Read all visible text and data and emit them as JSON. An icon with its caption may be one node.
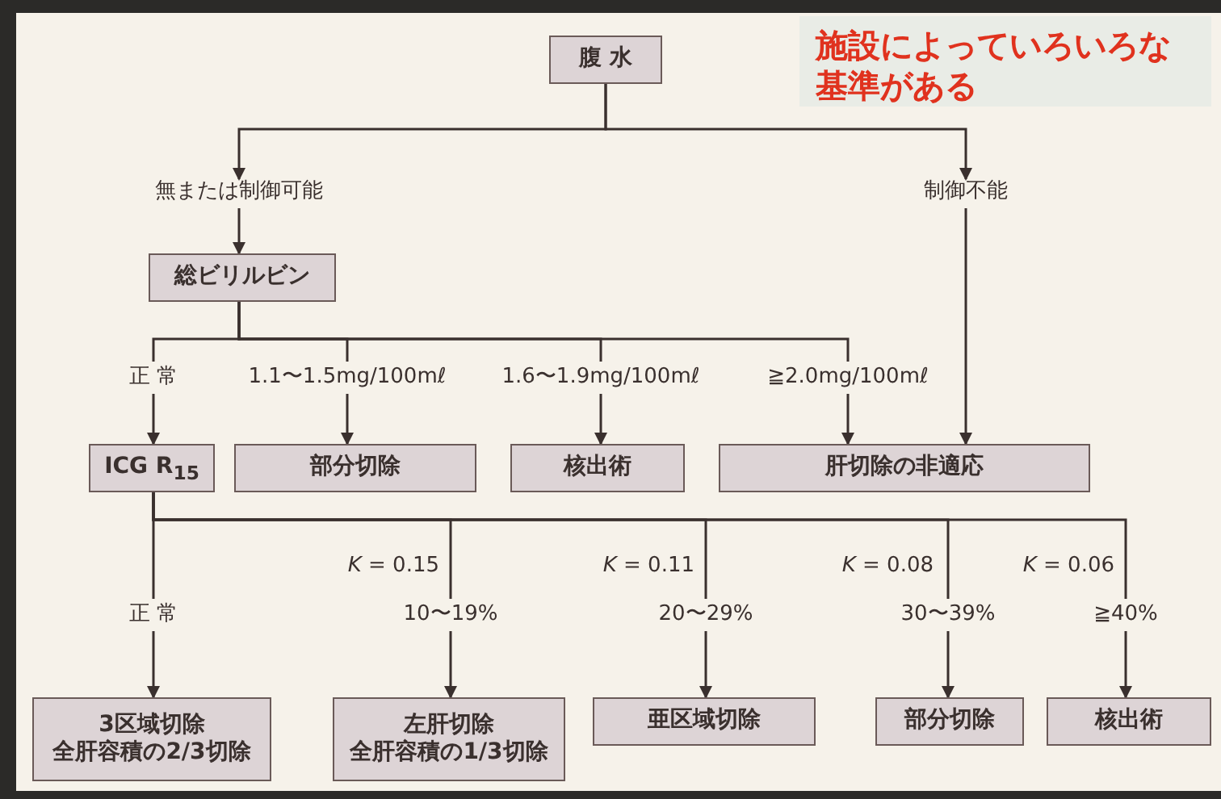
{
  "diagram": {
    "nodes": [
      {
        "text": [
          "腹 水"
        ]
      },
      {
        "text": [
          "無または制御可能"
        ]
      },
      {
        "text": [
          "制御不能"
        ]
      },
      {
        "text": [
          "総ビリルビン"
        ]
      },
      {
        "text": [
          "正 常"
        ]
      },
      {
        "text": [
          "1.1〜1.5mg/100mℓ"
        ]
      },
      {
        "text": [
          "1.6〜1.9mg/100mℓ"
        ]
      },
      {
        "text": [
          "≧2.0mg/100mℓ"
        ]
      },
      {
        "text": [
          "ICG R$_{15}$"
        ]
      },
      {
        "text": [
          "部分切除"
        ]
      },
      {
        "text": [
          "核出術"
        ]
      },
      {
        "text": [
          "肝切除の非適応"
        ]
      },
      {
        "text": [
          "正 常"
        ]
      },
      {
        "text": [
          "10〜19%"
        ]
      },
      {
        "text": [
          "20〜29%"
        ]
      },
      {
        "text": [
          "30〜39%"
        ]
      },
      {
        "text": [
          "≧40%"
        ]
      },
      {
        "text": [
          "3区域切除",
          "全肝容積の2/3切除"
        ]
      },
      {
        "text": [
          "左肝切除",
          "全肝容積の1/3切除"
        ]
      },
      {
        "text": [
          "亜区域切除"
        ]
      },
      {
        "text": [
          "部分切除"
        ]
      },
      {
        "text": [
          "核出術"
        ]
      }
    ],
    "edges": [
      {
        "from": 0,
        "to": 1,
        "arrow": "to"
      },
      {
        "from": 0,
        "to": 2,
        "arrow": "to"
      },
      {
        "from": 1,
        "to": 3,
        "arrow": "to"
      },
      {
        "from": 3,
        "to": 4,
        "arrow": "none"
      },
      {
        "from": 3,
        "to": 5,
        "arrow": "none"
      },
      {
        "from": 3,
        "to": 6,
        "arrow": "none"
      },
      {
        "from": 3,
        "to": 7,
        "arrow": "none"
      },
      {
        "from": 4,
        "to": 8,
        "arrow": "to"
      },
      {
        "from": 5,
        "to": 9,
        "arrow": "to"
      },
      {
        "from": 6,
        "to": 10,
        "arrow": "to"
      },
      {
        "from": 7,
        "to": 11,
        "arrow": "to"
      },
      {
        "from": 2,
        "to": 11,
        "arrow": "to"
      },
      {
        "from": 8,
        "to": 12,
        "arrow": "none"
      },
      {
        "from": 8,
        "to": 13,
        "arrow": "none"
      },
      {
        "from": 8,
        "to": 14,
        "arrow": "none"
      },
      {
        "from": 8,
        "to": 15,
        "arrow": "none"
      },
      {
        "from": 8,
        "to": 16,
        "arrow": "none"
      },
      {
        "from": 12,
        "to": 17,
        "arrow": "to"
      },
      {
        "from": 13,
        "to": 18,
        "arrow": "to"
      },
      {
        "from": 14,
        "to": 19,
        "arrow": "to"
      },
      {
        "from": 15,
        "to": 20,
        "arrow": "to"
      },
      {
        "from": 16,
        "to": 21,
        "arrow": "to"
      }
    ],
    "labels": [
      "施設によっていろいろな基準がある",
      "*K* = 0.15",
      "*K* = 0.11",
      "*K* = 0.08",
      "*K* = 0.06"
    ]
  }
}
